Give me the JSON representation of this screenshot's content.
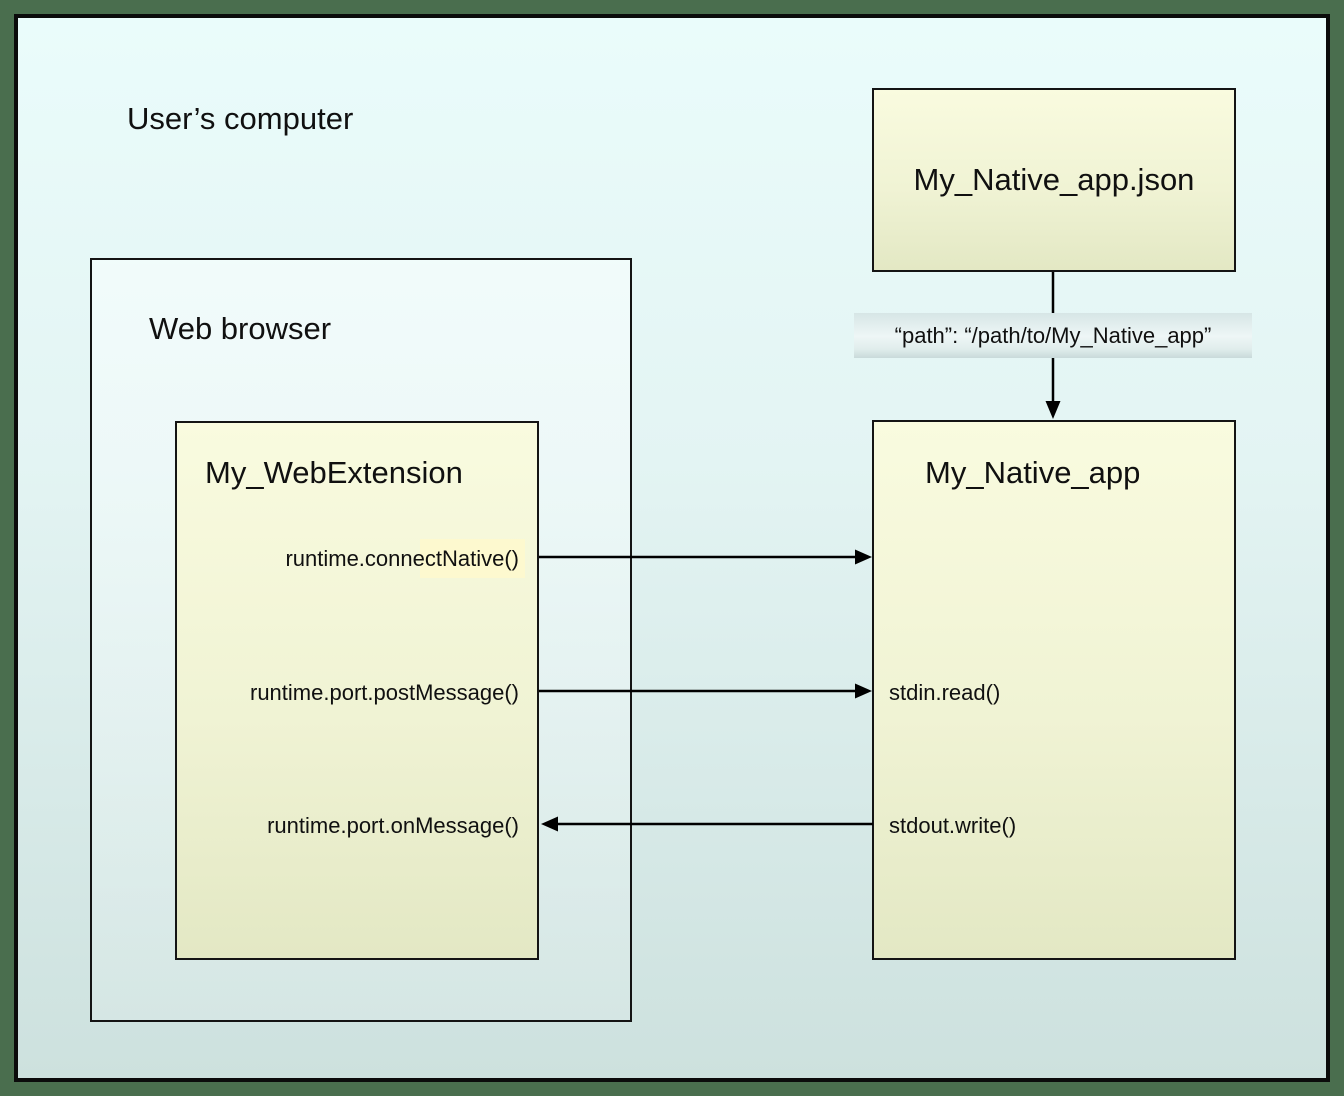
{
  "frame": {
    "label": "User’s computer"
  },
  "browser": {
    "label": "Web browser"
  },
  "webext": {
    "title": "My_WebExtension",
    "methods": [
      {
        "label": "runtime.connectNative()"
      },
      {
        "label": "runtime.port.postMessage()"
      },
      {
        "label": "runtime.port.onMessage()"
      }
    ]
  },
  "native_app": {
    "title": "My_Native_app",
    "methods": [
      {
        "label": "stdin.read()"
      },
      {
        "label": "stdout.write()"
      }
    ]
  },
  "manifest": {
    "title": "My_Native_app.json"
  },
  "path_label": {
    "text": "“path”: “/path/to/My_Native_app”"
  },
  "edges": [
    {
      "from": "My_Native_app.json",
      "to": "My_Native_app",
      "direction": "down",
      "label": "“path”: “/path/to/My_Native_app”"
    },
    {
      "from": "runtime.connectNative()",
      "to": "My_Native_app",
      "direction": "right"
    },
    {
      "from": "runtime.port.postMessage()",
      "to": "stdin.read()",
      "direction": "right"
    },
    {
      "from": "stdout.write()",
      "to": "runtime.port.onMessage()",
      "direction": "left"
    }
  ],
  "colors": {
    "outer_background": "#4a6e4e",
    "frame_gradient_top": "#eafcfb",
    "frame_gradient_bottom": "#cde1de",
    "box_gradient_top": "#f9fbdf",
    "box_gradient_bottom": "#e3e8c4",
    "connect_highlight": "#fdf9cf",
    "band_top": "#d6e6e6",
    "band_bottom": "#c9dada",
    "line": "#000000"
  }
}
